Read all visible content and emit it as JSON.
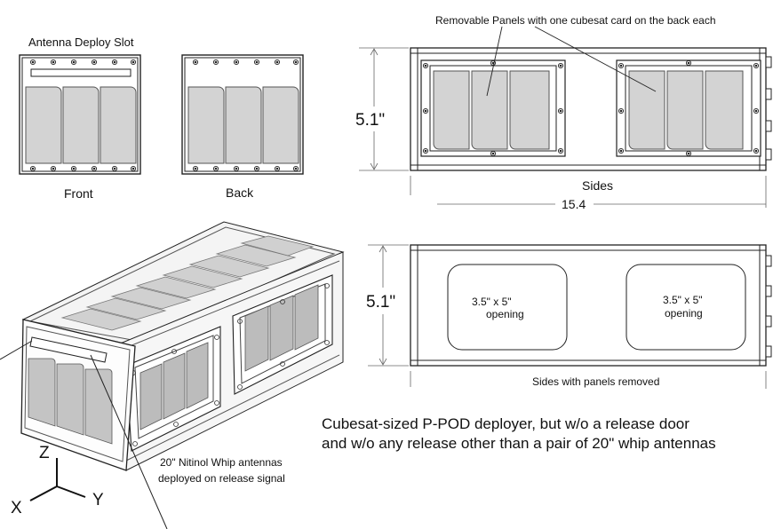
{
  "labels": {
    "antenna_deploy_slot": "Antenna Deploy Slot",
    "front": "Front",
    "back": "Back",
    "removable_panels": "Removable Panels with one cubesat card on the back each",
    "height_top": "5.1\"",
    "sides": "Sides",
    "length": "15.4",
    "height_bottom": "5.1\"",
    "opening_left_size": "3.5\" x 5\"",
    "opening_left_word": "opening",
    "opening_right_size": "3.5\" x 5\"",
    "opening_right_word": "opening",
    "sides_removed": "Sides with panels removed",
    "antenna_note_line1": "20\" Nitinol Whip antennas",
    "antenna_note_line2": "deployed on release signal",
    "axis_z": "Z",
    "axis_x": "X",
    "axis_y": "Y"
  },
  "description": {
    "line1": "Cubesat-sized P-POD deployer, but w/o a release door",
    "line2": "and w/o any release other than a pair of 20\" whip antennas"
  }
}
